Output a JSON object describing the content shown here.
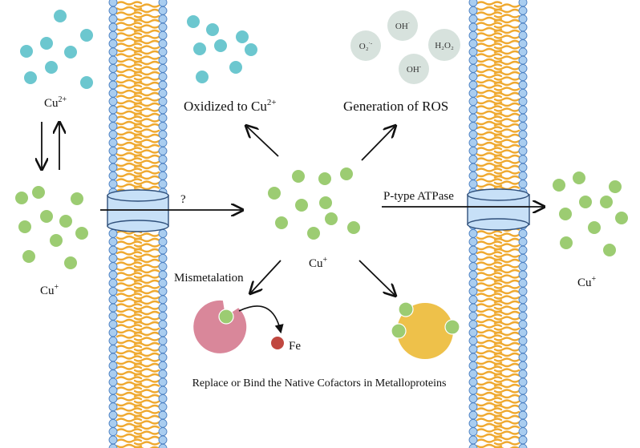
{
  "colors": {
    "cu2_ion": "#6cc7cf",
    "cu1_ion": "#9ccc72",
    "ros_bubble": "#d7e2dd",
    "membrane_head": "#a9cdf0",
    "membrane_head_stroke": "#4a7fc1",
    "lipid_tail": "#efa930",
    "channel": "#c7e0f7",
    "channel_stroke": "#2f4f7a",
    "protein_pink": "#d9879a",
    "protein_yellow": "#eec14a",
    "fe_ion": "#c04840",
    "arrow": "#111111"
  },
  "labels": {
    "cu2_left": {
      "base": "Cu",
      "sup": "2+"
    },
    "cu1_left": {
      "base": "Cu",
      "sup": "+"
    },
    "cu1_center": {
      "base": "Cu",
      "sup": "+"
    },
    "cu1_right": {
      "base": "Cu",
      "sup": "+"
    },
    "oxidized": {
      "base": "Oxidized to Cu",
      "sup": "2+"
    },
    "ros": "Generation of ROS",
    "question": "?",
    "atpase": "P-type ATPase",
    "mismetalation": "Mismetalation",
    "fe": "Fe",
    "replace": "Replace or Bind the Native Cofactors in Metalloproteins"
  },
  "ros_species": [
    {
      "base": "OH",
      "sup": "·"
    },
    {
      "base": "O₂",
      "sup": "·-"
    },
    {
      "base": "H₂O₂",
      "sup": ""
    },
    {
      "base": "OH",
      "sup": "-"
    }
  ],
  "icons": [
    "cu2-ion-icon",
    "cu1-ion-icon",
    "membrane-icon",
    "channel-icon",
    "protein-icon",
    "fe-ion-icon",
    "arrow-icon"
  ]
}
